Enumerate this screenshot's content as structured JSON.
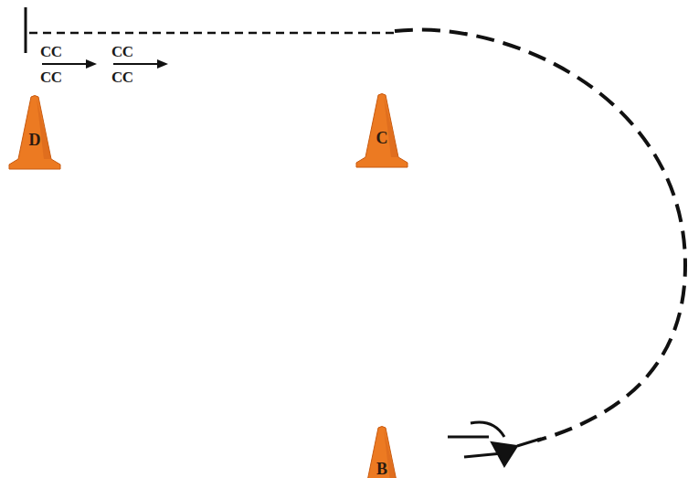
{
  "diagram": {
    "nodes": [
      {
        "text": [
          "D"
        ]
      },
      {
        "text": [
          "C"
        ]
      },
      {
        "text": [
          "B"
        ]
      }
    ],
    "labels": [
      "CC",
      "CC",
      "CC",
      "CC"
    ]
  }
}
